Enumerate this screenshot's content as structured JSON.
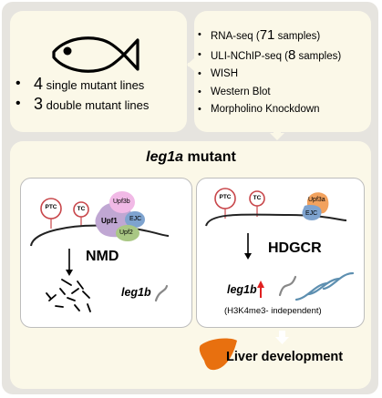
{
  "lines_box": {
    "items": [
      {
        "count": "4",
        "text": "single mutant lines"
      },
      {
        "count": "3",
        "text": "double mutant lines"
      }
    ]
  },
  "methods_box": {
    "items": [
      {
        "prefix": "RNA-seq (",
        "num": "71",
        "suffix": " samples)"
      },
      {
        "prefix": "ULI-NChIP-seq (",
        "num": "8",
        "suffix": " samples)"
      },
      {
        "prefix": "WISH",
        "num": "",
        "suffix": ""
      },
      {
        "prefix": "Western Blot",
        "num": "",
        "suffix": ""
      },
      {
        "prefix": "Morpholino Knockdown",
        "num": "",
        "suffix": ""
      }
    ]
  },
  "mutant": {
    "title_gene": "leg1a",
    "title_rest": " mutant"
  },
  "left_panel": {
    "ptc": "PTC",
    "tc": "TC",
    "upf1": "Upf1",
    "upf2": "Upf2",
    "upf3b": "Upf3b",
    "ejc": "EJC",
    "pathway": "NMD",
    "gene": "leg1b"
  },
  "right_panel": {
    "ptc": "PTC",
    "tc": "TC",
    "upf3a": "Upf3a",
    "ejc": "EJC",
    "pathway": "HDGCR",
    "gene": "leg1b",
    "note": "(H3K4me3- independent)"
  },
  "outcome": "Liver development",
  "colors": {
    "background": "#e6e4df",
    "card": "#fbf8e8",
    "ptc": "#c8464a",
    "arrow_up": "#e02020",
    "liver": "#e8700f",
    "upf1": "#c0a7d3",
    "upf2": "#a9c784",
    "upf3b": "#f1b9e6",
    "upf3a": "#f2a25e",
    "ejc": "#7ea3cf",
    "mrna": "#5d8fb0"
  },
  "icons": [
    "fish-icon",
    "liver-icon",
    "mrna-fragments-icon"
  ]
}
